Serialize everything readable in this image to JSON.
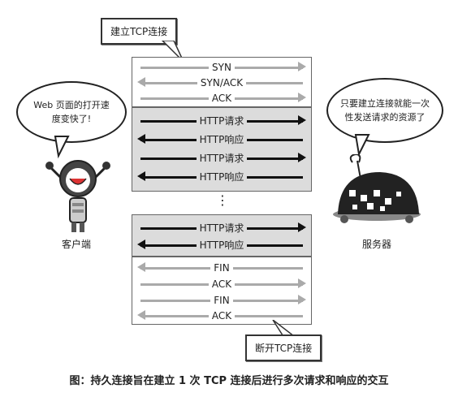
{
  "callouts": {
    "establish": "建立TCP连接",
    "close": "断开TCP连接"
  },
  "bubbles": {
    "client": "Web 页面的打开速度变快了!",
    "server": "只要建立连接就能一次性发送请求的资源了"
  },
  "labels": {
    "client": "客户端",
    "server": "服务器"
  },
  "handshake": [
    "SYN",
    "SYN/ACK",
    "ACK"
  ],
  "exchange1": [
    "HTTP请求",
    "HTTP响应",
    "HTTP请求",
    "HTTP响应"
  ],
  "ellipsis": "⋮",
  "exchange2": [
    "HTTP请求",
    "HTTP响应"
  ],
  "teardown": [
    "FIN",
    "ACK",
    "FIN",
    "ACK"
  ],
  "caption": "图：持久连接旨在建立 1 次 TCP 连接后进行多次请求和响应的交互",
  "colors": {
    "block_shaded": "#dcdcdc",
    "arrow_light": "#aaaaaa",
    "arrow_dark": "#111111"
  }
}
